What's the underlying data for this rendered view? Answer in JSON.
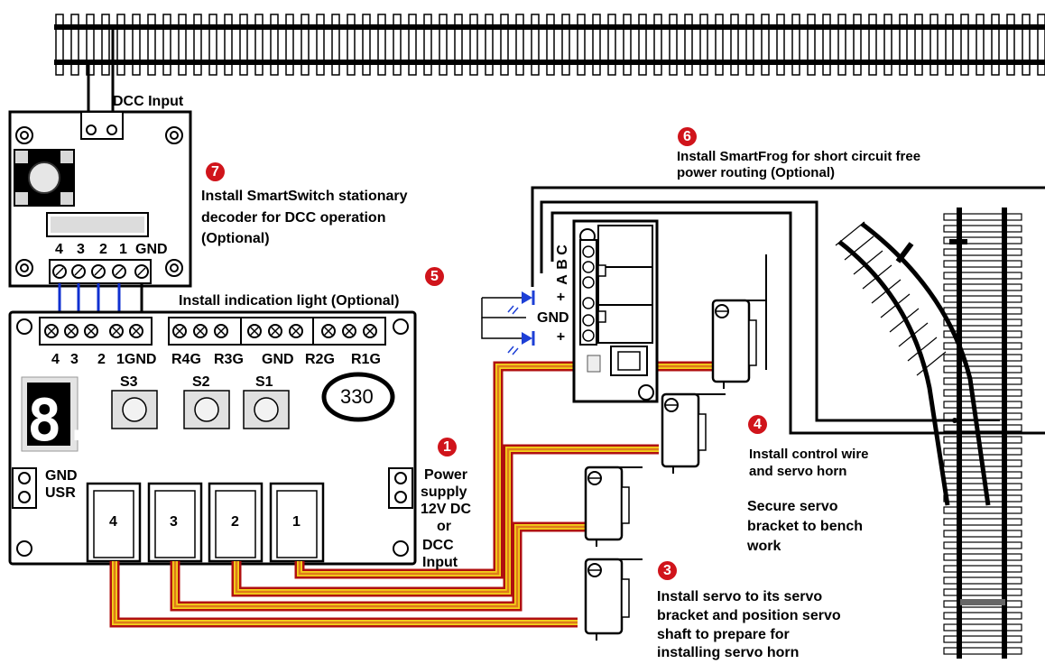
{
  "labels": {
    "dcc_input_top": "DCC Input",
    "step7": [
      "Install SmartSwitch stationary",
      "decoder for DCC operation",
      "(Optional)"
    ],
    "step6": [
      "Install SmartFrog for short circuit free",
      "power routing (Optional)"
    ],
    "step5": "Install indication light (Optional)",
    "step1": [
      "Power",
      "supply",
      "12V DC",
      "or",
      "DCC",
      "Input"
    ],
    "step4": [
      "Install control wire",
      "and  servo horn"
    ],
    "secure": [
      "Secure servo",
      "bracket to bench",
      "work"
    ],
    "step3": [
      "Install servo to its servo",
      "bracket and position servo",
      "shaft to prepare for",
      "installing servo horn"
    ]
  },
  "badges": {
    "b7": "7",
    "b6": "6",
    "b5": "5",
    "b1": "1",
    "b4": "4",
    "b3": "3"
  },
  "decoder_pins": [
    "4",
    "3",
    "2",
    "1",
    "GND"
  ],
  "main_board": {
    "pins": [
      "4",
      "3",
      "2",
      "1GND",
      "R4G",
      "R3G",
      "GND",
      "R2G",
      "R1G"
    ],
    "buttons": [
      "S3",
      "S2",
      "S1"
    ],
    "badge_330": "330",
    "digit": "8.",
    "gnd_usr": [
      "GND",
      "USR"
    ],
    "connectors": [
      "4",
      "3",
      "2",
      "1"
    ]
  },
  "frog": {
    "pins": [
      "C",
      "B",
      "A",
      "+",
      "GND",
      "+"
    ]
  },
  "colors": {
    "badge": "#d0141b",
    "wire_orange": "#e07a1a",
    "wire_red": "#b01010",
    "wire_yellow": "#f2d21a",
    "indication_blue": "#1d3fd6",
    "jumper_blue": "#1030d0"
  }
}
